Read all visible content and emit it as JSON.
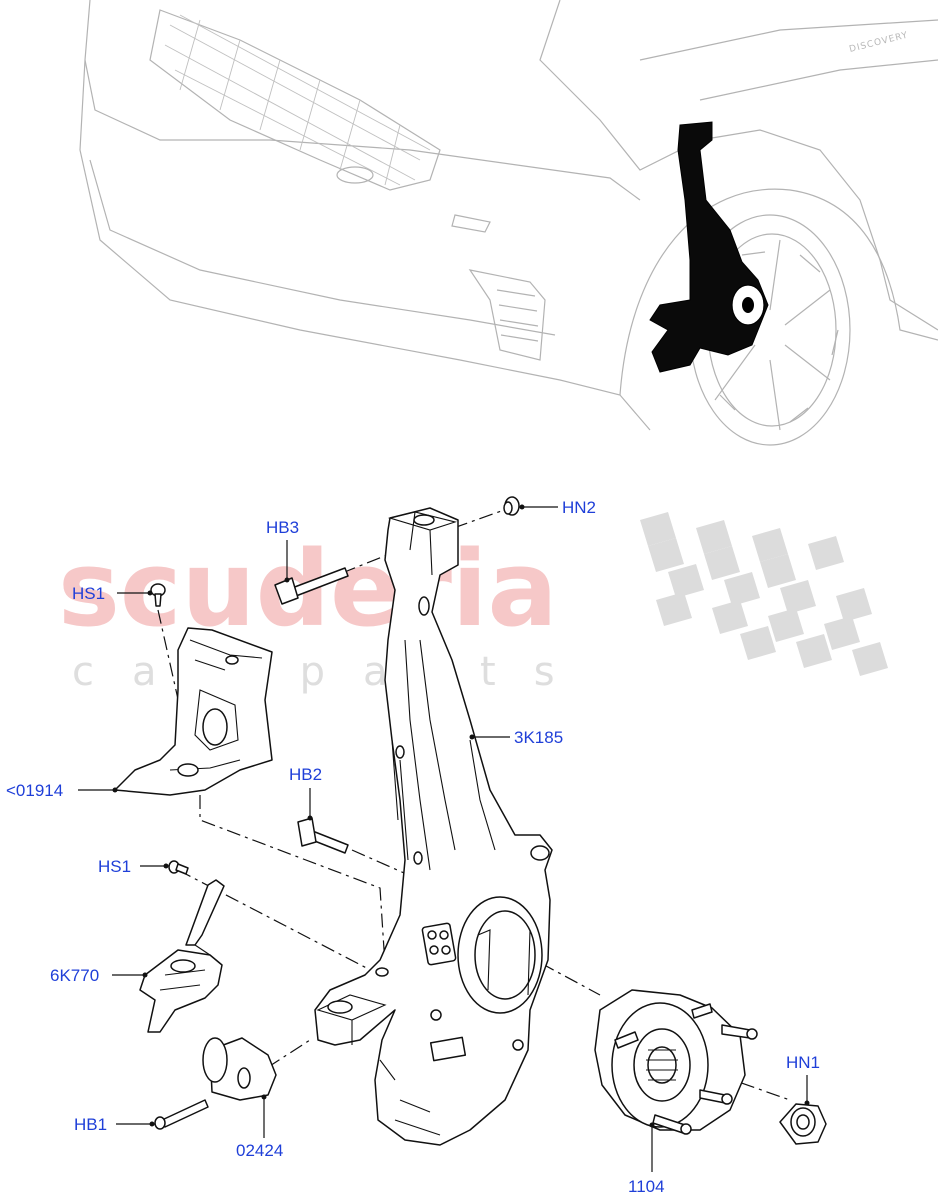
{
  "watermark": {
    "brand": "scuderia",
    "tagline": "car parts"
  },
  "overview": {
    "badge_text": "DISCOVERY"
  },
  "callouts": [
    {
      "id": "HN2",
      "label": "HN2"
    },
    {
      "id": "HB3",
      "label": "HB3"
    },
    {
      "id": "HS1a",
      "label": "HS1"
    },
    {
      "id": "3K185",
      "label": "3K185"
    },
    {
      "id": "01914",
      "label": "<01914"
    },
    {
      "id": "HB2",
      "label": "HB2"
    },
    {
      "id": "HS1b",
      "label": "HS1"
    },
    {
      "id": "6K770",
      "label": "6K770"
    },
    {
      "id": "HN1",
      "label": "HN1"
    },
    {
      "id": "HB1",
      "label": "HB1"
    },
    {
      "id": "02424",
      "label": "02424"
    },
    {
      "id": "1104",
      "label": "1104"
    }
  ],
  "colors": {
    "callout_text": "#1f3fd8",
    "watermark_text": "#f6c8c8",
    "watermark_checker": "#d9d9d9",
    "overview_lines": "#b3b3b3",
    "part_lines": "#111111"
  }
}
